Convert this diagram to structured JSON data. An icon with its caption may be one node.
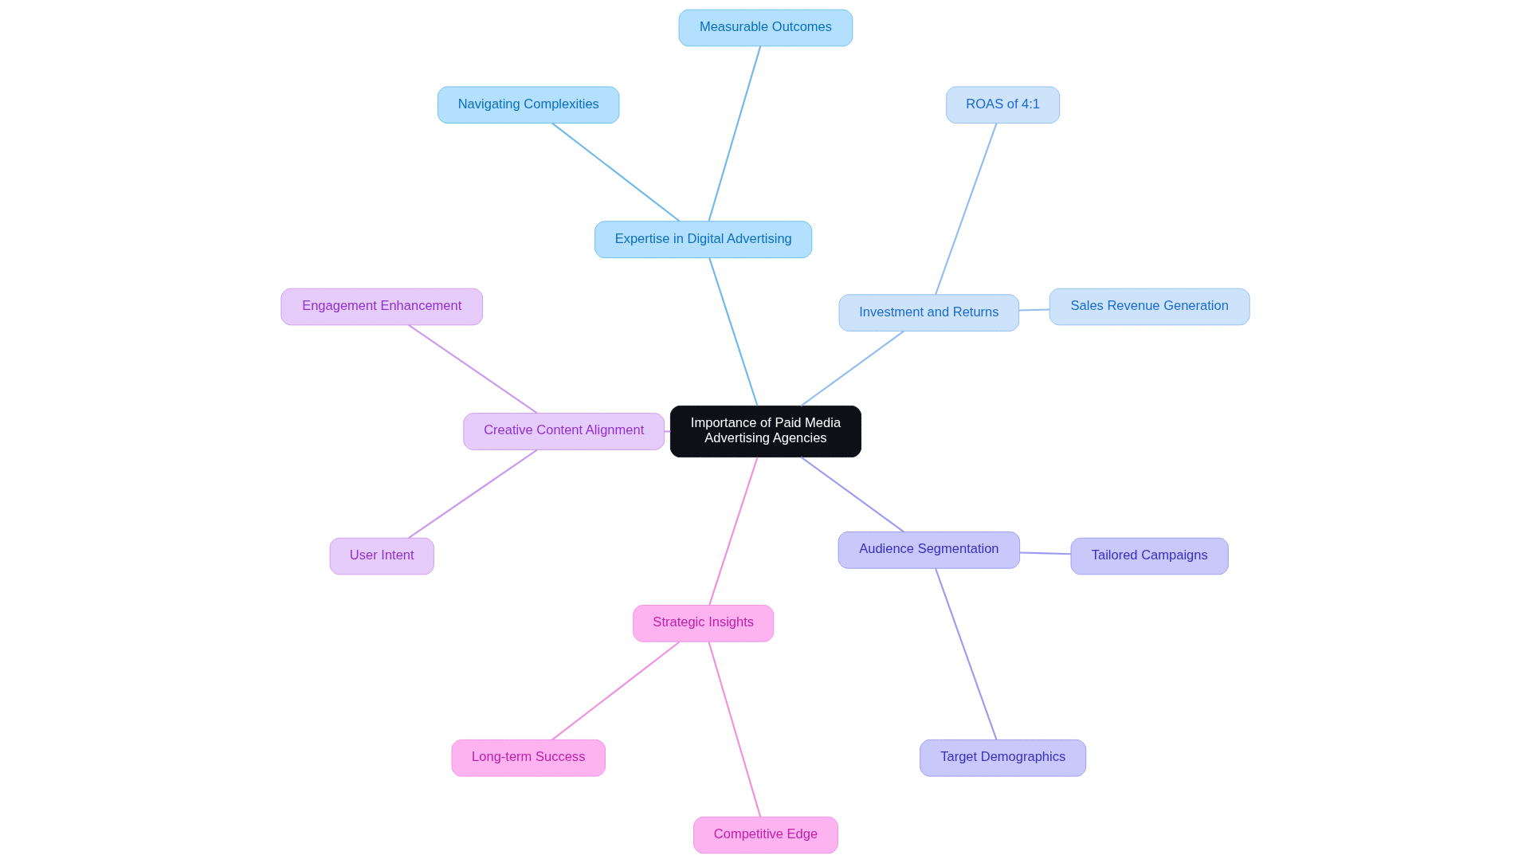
{
  "diagram": {
    "nodes": [
      {
        "text": [
          "Importance of Paid Media Advertising Agencies"
        ]
      },
      {
        "text": [
          "Expertise in Digital Advertising"
        ]
      },
      {
        "text": [
          "Navigating Complexities"
        ]
      },
      {
        "text": [
          "Measurable Outcomes"
        ]
      },
      {
        "text": [
          "Investment and Returns"
        ]
      },
      {
        "text": [
          "ROAS of 4:1"
        ]
      },
      {
        "text": [
          "Sales Revenue Generation"
        ]
      },
      {
        "text": [
          "Audience Segmentation"
        ]
      },
      {
        "text": [
          "Tailored Campaigns"
        ]
      },
      {
        "text": [
          "Target Demographics"
        ]
      },
      {
        "text": [
          "Strategic Insights"
        ]
      },
      {
        "text": [
          "Long-term Success"
        ]
      },
      {
        "text": [
          "Competitive Edge"
        ]
      },
      {
        "text": [
          "Creative Content Alignment"
        ]
      },
      {
        "text": [
          "Engagement Enhancement"
        ]
      },
      {
        "text": [
          "User Intent"
        ]
      }
    ],
    "edges": [
      {
        "from": 0,
        "to": 1,
        "arrow": "none",
        "color": "#6fb8ea"
      },
      {
        "from": 1,
        "to": 2,
        "arrow": "none",
        "color": "#6fb8ea"
      },
      {
        "from": 1,
        "to": 3,
        "arrow": "none",
        "color": "#6fb8ea"
      },
      {
        "from": 0,
        "to": 4,
        "arrow": "none",
        "color": "#90bdf0"
      },
      {
        "from": 4,
        "to": 5,
        "arrow": "none",
        "color": "#90bdf0"
      },
      {
        "from": 4,
        "to": 6,
        "arrow": "none",
        "color": "#90bdf0"
      },
      {
        "from": 0,
        "to": 7,
        "arrow": "none",
        "color": "#9b9bf0"
      },
      {
        "from": 7,
        "to": 8,
        "arrow": "none",
        "color": "#9b9bf0"
      },
      {
        "from": 7,
        "to": 9,
        "arrow": "none",
        "color": "#9b9bf0"
      },
      {
        "from": 0,
        "to": 10,
        "arrow": "none",
        "color": "#f08fe0"
      },
      {
        "from": 10,
        "to": 11,
        "arrow": "none",
        "color": "#f08fe0"
      },
      {
        "from": 10,
        "to": 12,
        "arrow": "none",
        "color": "#f08fe0"
      },
      {
        "from": 0,
        "to": 13,
        "arrow": "none",
        "color": "#cc99ee"
      },
      {
        "from": 13,
        "to": 14,
        "arrow": "none",
        "color": "#cc99ee"
      },
      {
        "from": 13,
        "to": 15,
        "arrow": "none",
        "color": "#cc99ee"
      }
    ]
  }
}
